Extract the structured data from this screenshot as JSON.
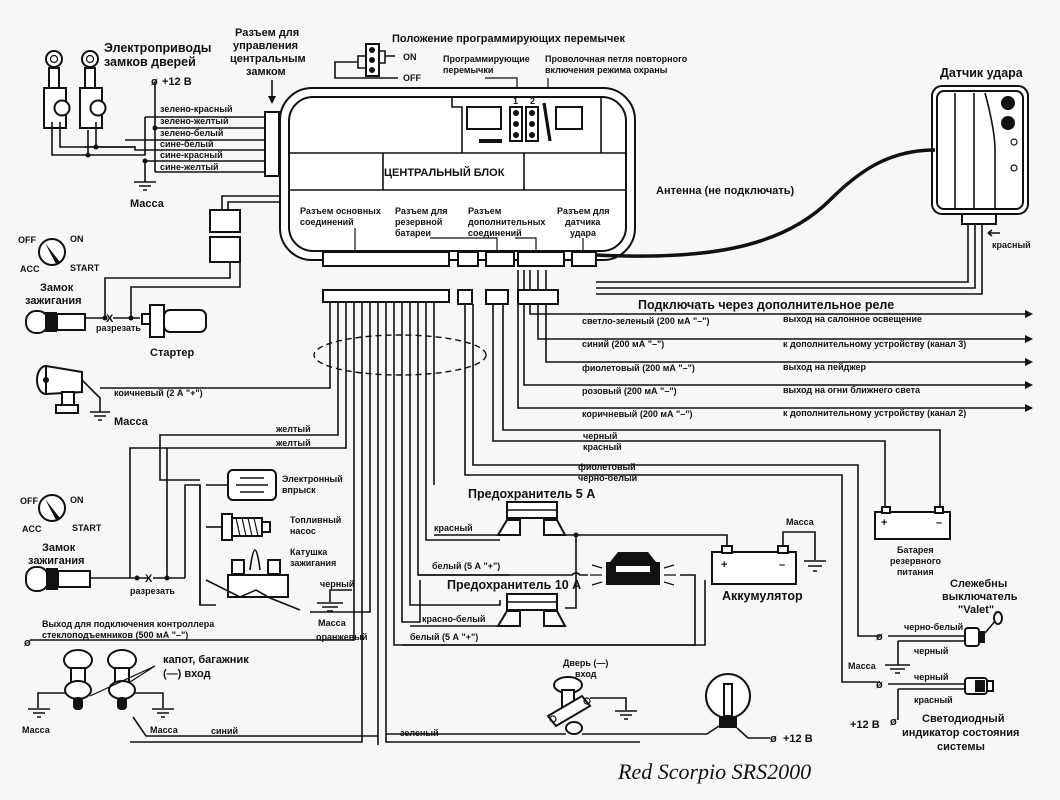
{
  "diagram": {
    "title": "Red Scorpio SRS2000",
    "central_unit": {
      "label": "ЦЕНТРАЛЬНЫЙ БЛОК",
      "connectors": {
        "main": [
          "Разъем основных",
          "соединений"
        ],
        "backup_battery": [
          "Разъем для",
          "резервной",
          "батареи"
        ],
        "additional": [
          "Разъем",
          "дополнительных",
          "соединений"
        ],
        "shock_sensor": [
          "Разъем для",
          "датчика",
          "удара"
        ]
      },
      "jumper_1": "1",
      "jumper_2": "2"
    },
    "top_labels": {
      "door_actuators": [
        "Электроприводы",
        "замков дверей"
      ],
      "central_lock_connector": [
        "Разъем для",
        "управления",
        "центральным",
        "замком"
      ],
      "jumper_positions": "Положение программирующих перемычек",
      "jumper_on": "ON",
      "jumper_off": "OFF",
      "programming_jumpers": [
        "Программирующие",
        "перемычки"
      ],
      "wire_loop": [
        "Проволочная петля повторного",
        "включения режима охраны"
      ],
      "plus12_top": "+12 В",
      "ground": "Масса"
    },
    "central_lock_wires": [
      "зелено-красный",
      "зелено-желтый",
      "зелено-белый",
      "сине-белый",
      "сине-красный",
      "сине-желтый"
    ],
    "shock_sensor": {
      "title": "Датчик удара",
      "wire": "красный"
    },
    "antenna": "Антенна (не подключать)",
    "relay_header": "Подключать через дополнительное реле",
    "outputs": [
      {
        "wire": "светло-зеленый (200 мА \"–\")",
        "purpose": "выход на салонное освещение"
      },
      {
        "wire": "синий (200 мА \"–\")",
        "purpose": "к дополнительному устройству (канал 3)"
      },
      {
        "wire": "фиолетовый (200 мА \"–\")",
        "purpose": "выход на пейджер"
      },
      {
        "wire": "розовый (200 мА \"–\")",
        "purpose": "выход на огни ближнего света"
      },
      {
        "wire": "коричневый (200 мА \"–\")",
        "purpose": "к дополнительному устройству (канал 2)"
      }
    ],
    "ignition_top": {
      "off": "OFF",
      "on": "ON",
      "acc": "ACC",
      "start": "START",
      "label": [
        "Замок",
        "зажигания"
      ],
      "cut": "разрезать",
      "starter": "Стартер"
    },
    "siren": {
      "wire": "коичневый (2 А \"+\")",
      "ground": "Масса"
    },
    "ignition_bottom": {
      "off": "OFF",
      "on": "ON",
      "acc": "ACC",
      "start": "START",
      "label": [
        "Замок",
        "зажигания"
      ],
      "cut": "разрезать"
    },
    "wires_mid": {
      "yellow1": "желтый",
      "yellow2": "желтый",
      "black_red": [
        "черный",
        "красный"
      ],
      "violet_bw": [
        "фиолетовый",
        "черно-белый"
      ],
      "black": "черный",
      "orange": "оранжевый",
      "ground": "Масса"
    },
    "engine_parts": {
      "injection": [
        "Электронный",
        "впрыск"
      ],
      "fuel_pump": [
        "Топливный",
        "насос"
      ],
      "coil": [
        "Катушка",
        "зажигания"
      ]
    },
    "power": {
      "fuse5": "Предохранитель 5 А",
      "fuse10": "Предохранитель 10 А",
      "red": "красный",
      "white1": "белый (5 А \"+\")",
      "red_white": "красно-белый",
      "white2": "белый (5 А \"+\")",
      "battery": "Аккумулятор",
      "battery_ground": "Масса",
      "plus": "+",
      "minus": "–"
    },
    "backup_battery": {
      "label": [
        "Батарея",
        "резервного",
        "питания"
      ]
    },
    "valet": {
      "label": [
        "Слежебны",
        "выключатель",
        "\"Valet\""
      ],
      "wire1": "черно-белый",
      "wire2": "черный",
      "ground": "Масса"
    },
    "led": {
      "wire1": "черный",
      "wire2": "красный",
      "plus12": "+12 В",
      "label": [
        "Светодиодный",
        "индикатор состояния",
        "системы"
      ]
    },
    "window_controller": [
      "Выход для подключения контроллера",
      "стеклоподъемников (500 мА \"–\")"
    ],
    "hood": {
      "label": [
        "капот, багажник",
        "(—) вход"
      ],
      "ground_left": "Масса",
      "ground_right": "Масса",
      "wire": "синий"
    },
    "door": {
      "label": [
        "Дверь (—)",
        "вход"
      ],
      "wire": "зеленый",
      "plus12": "+12 В"
    }
  }
}
